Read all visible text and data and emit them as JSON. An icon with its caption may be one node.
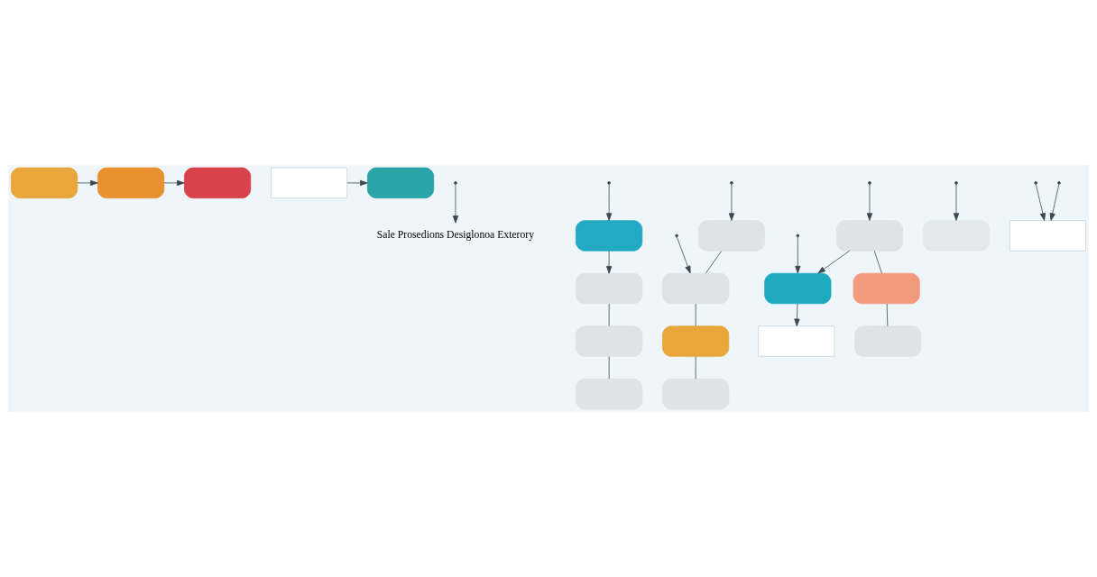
{
  "diagram": {
    "nodes": [
      {
        "text": [],
        "shape": "box"
      },
      {
        "text": [],
        "shape": "box"
      },
      {
        "text": [],
        "shape": "box"
      },
      {
        "text": [],
        "shape": "box"
      },
      {
        "text": [],
        "shape": "box"
      },
      {
        "text": [
          "Sale Prosedions Desiglonoa Exterory"
        ]
      },
      {
        "text": [],
        "shape": "box"
      },
      {
        "text": [],
        "shape": "box"
      },
      {
        "text": [],
        "shape": "box"
      },
      {
        "text": [],
        "shape": "box"
      },
      {
        "text": [],
        "shape": "box"
      },
      {
        "text": [],
        "shape": "box"
      },
      {
        "text": [],
        "shape": "box"
      },
      {
        "text": [],
        "shape": "box"
      },
      {
        "text": [],
        "shape": "box"
      },
      {
        "text": [],
        "shape": "box"
      },
      {
        "text": [],
        "shape": "box"
      },
      {
        "text": [],
        "shape": "box"
      },
      {
        "text": [],
        "shape": "box"
      },
      {
        "text": [],
        "shape": "box"
      },
      {
        "text": [],
        "shape": "box"
      }
    ],
    "edges": [
      {
        "from": 0,
        "to": 1,
        "arrow": "to"
      },
      {
        "from": 1,
        "to": 2,
        "arrow": "to"
      },
      {
        "from": 3,
        "to": 4,
        "arrow": "to"
      },
      {
        "from": null,
        "to": 5,
        "arrow": "to"
      },
      {
        "from": null,
        "to": 6,
        "arrow": "to"
      },
      {
        "from": null,
        "to": 7,
        "arrow": "to"
      },
      {
        "from": null,
        "to": 8,
        "arrow": "to"
      },
      {
        "from": null,
        "to": 9,
        "arrow": "to"
      },
      {
        "from": null,
        "to": 10,
        "arrow": "to"
      },
      {
        "from": null,
        "to": 11,
        "arrow": "to"
      },
      {
        "from": null,
        "to": 11,
        "arrow": "to"
      },
      {
        "from": null,
        "to": 15,
        "arrow": "to"
      },
      {
        "from": 8,
        "to": 9,
        "arrow": "to"
      },
      {
        "from": 6,
        "to": 12,
        "arrow": "to"
      },
      {
        "from": 12,
        "to": 13,
        "arrow": "none"
      },
      {
        "from": 13,
        "to": 14,
        "arrow": "none"
      },
      {
        "from": 7,
        "to": 15,
        "arrow": "none"
      },
      {
        "from": 15,
        "to": 16,
        "arrow": "none"
      },
      {
        "from": 16,
        "to": 17,
        "arrow": "none"
      },
      {
        "from": 8,
        "to": 18,
        "arrow": "none"
      },
      {
        "from": 18,
        "to": 19,
        "arrow": "none"
      },
      {
        "from": 9,
        "to": 20,
        "arrow": "to"
      }
    ]
  }
}
